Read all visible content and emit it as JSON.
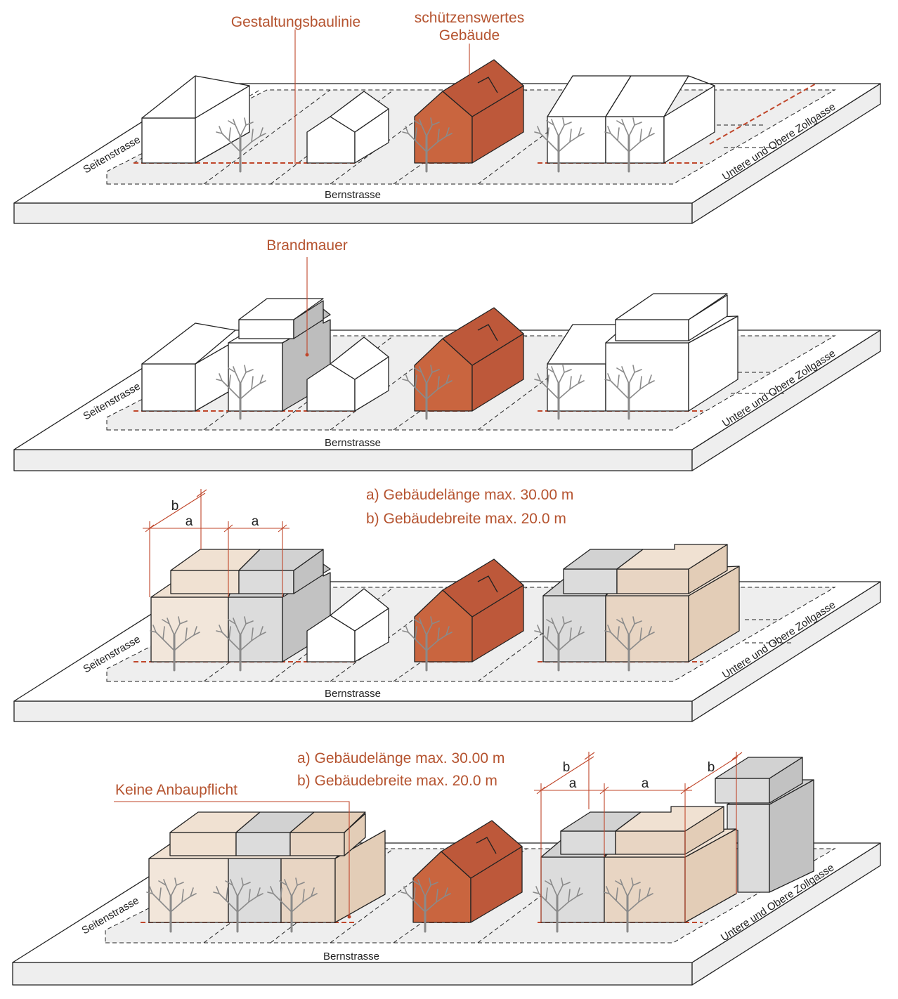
{
  "streets": {
    "bottom": "Bernstrasse",
    "left": "Seitenstrasse",
    "right": "Untere und Obere Zollgasse"
  },
  "panel1": {
    "label_design_line": "Gestaltungsbaulinie",
    "label_protected_line1": "schützenswertes",
    "label_protected_line2": "Gebäude"
  },
  "panel2": {
    "label_fire_wall": "Brandmauer"
  },
  "panel3": {
    "rule_a": "a) Gebäudelänge max. 30.00 m",
    "rule_b": "b) Gebäudebreite max. 20.0 m",
    "dim_a": "a",
    "dim_b": "b"
  },
  "panel4": {
    "rule_a": "a) Gebäudelänge max. 30.00 m",
    "rule_b": "b) Gebäudebreite max. 20.0 m",
    "label_no_obligation": "Keine Anbaupflicht",
    "dim_a": "a",
    "dim_b": "b"
  },
  "colors": {
    "protected_building": "#bd583a",
    "annotation": "#b5532f",
    "new_volume_beige": "#e3cdb7",
    "new_volume_grey": "#c2c2c2"
  }
}
